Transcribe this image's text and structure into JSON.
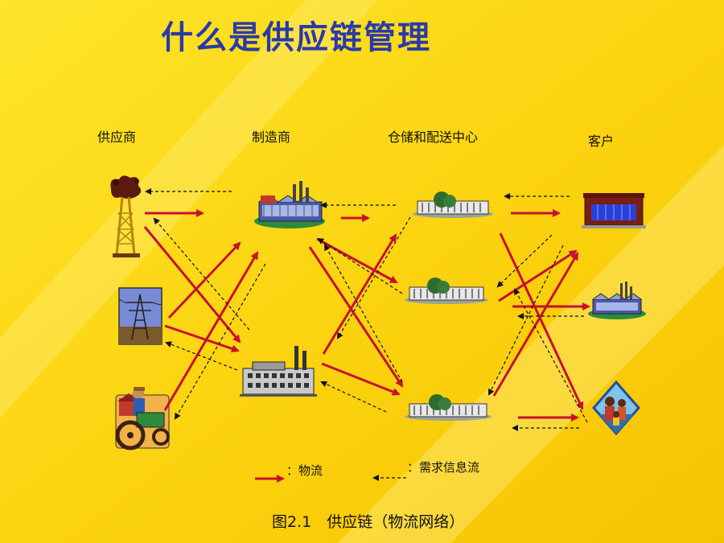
{
  "title": "什么是供应链管理",
  "columns": {
    "supplier": "供应商",
    "manufacturer": "制造商",
    "warehouse": "仓储和配送中心",
    "customer": "客户"
  },
  "legend": {
    "material_flow": "：物流",
    "info_flow": "：需求信息流"
  },
  "caption": "图2.1　供应链（物流网络）",
  "colors": {
    "background": "#fcd411",
    "title": "#2b3aa8",
    "material_arrow": "#c8102e",
    "info_arrow": "#111111"
  },
  "icons": [
    "oil-well-icon",
    "power-tower-icon",
    "farmer-tractor-icon",
    "factory-top-icon",
    "factory-bottom-icon",
    "warehouse-top-icon",
    "warehouse-middle-icon",
    "warehouse-bottom-icon",
    "store-icon",
    "customer-factory-icon",
    "family-icon"
  ]
}
